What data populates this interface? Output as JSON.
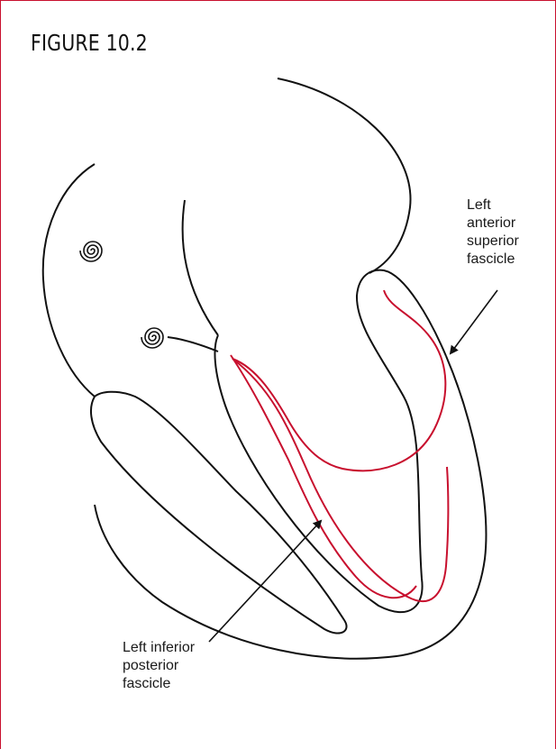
{
  "figure": {
    "title": "FIGURE 10.2"
  },
  "labels": {
    "anterior": [
      "Left",
      "anterior",
      "superior",
      "fascicle"
    ],
    "posterior": [
      "Left inferior",
      "posterior",
      "fascicle"
    ]
  },
  "colors": {
    "frame": "#c8102e",
    "outline": "#111111",
    "conduction_path": "#c8102e"
  }
}
